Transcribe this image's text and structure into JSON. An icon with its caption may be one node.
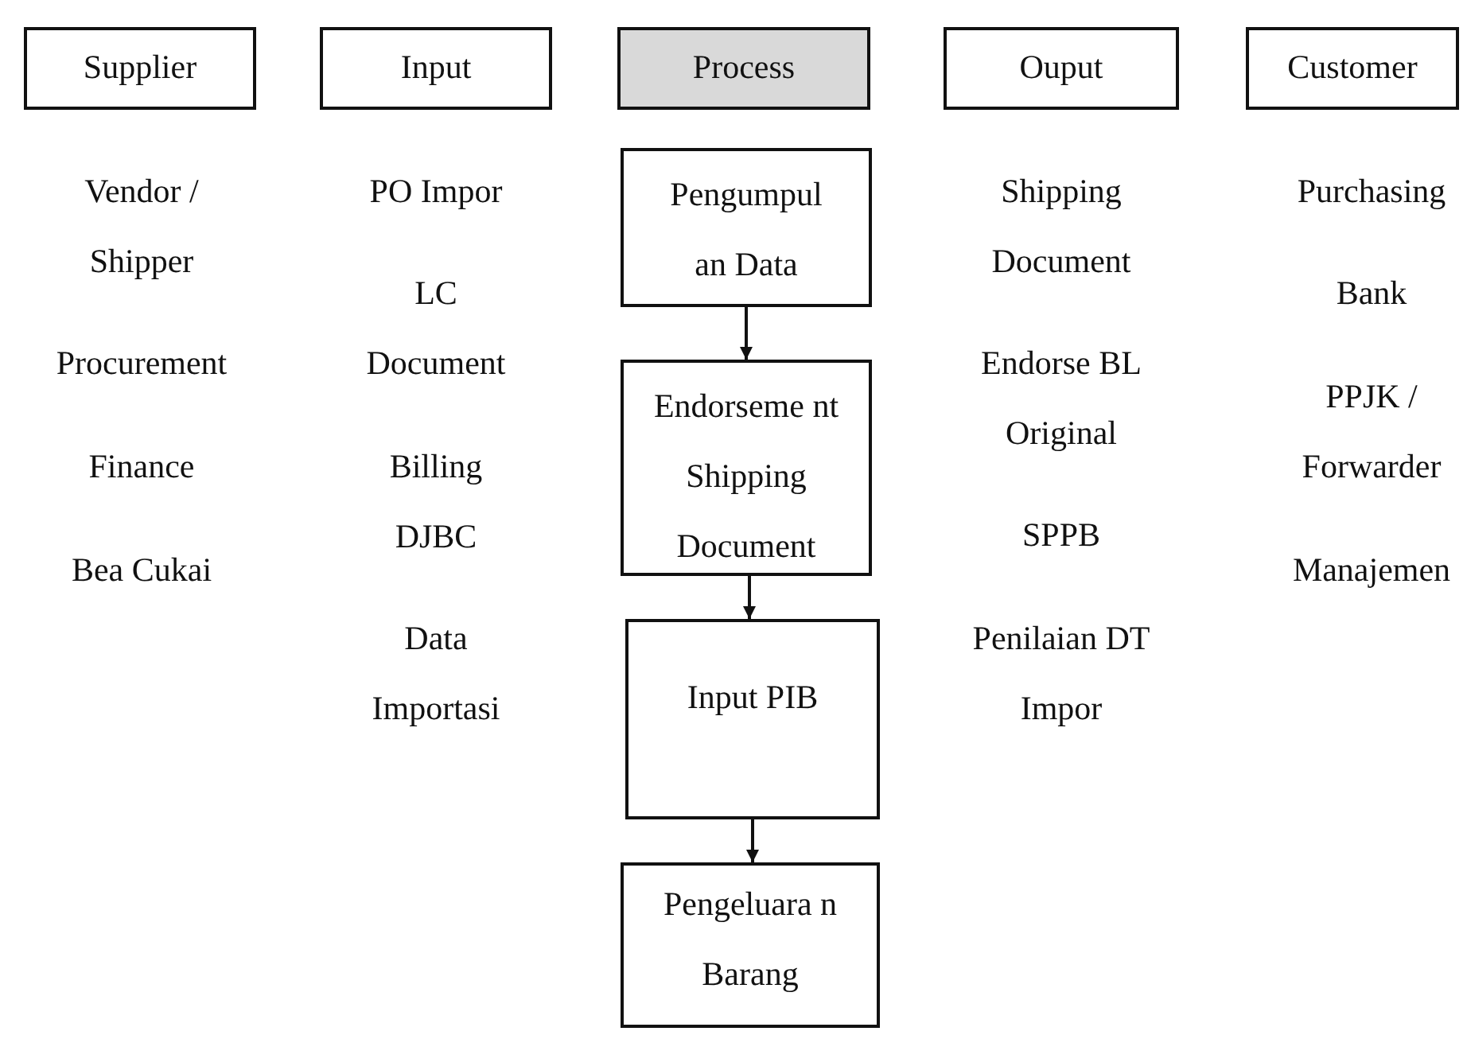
{
  "diagram": {
    "nodes": [
      {
        "text": [
          "Supplier"
        ]
      },
      {
        "text": [
          "Input"
        ]
      },
      {
        "text": [
          "Process"
        ]
      },
      {
        "text": [
          "Ouput"
        ]
      },
      {
        "text": [
          "Customer"
        ]
      },
      {
        "text": [
          "Pengumpul an Data"
        ]
      },
      {
        "text": [
          "Endorseme nt Shipping Document"
        ]
      },
      {
        "text": [
          "Input PIB"
        ]
      },
      {
        "text": [
          "Pengeluara n Barang"
        ]
      }
    ],
    "edges": [
      {
        "from": 5,
        "to": 6,
        "arrow": "to"
      },
      {
        "from": 6,
        "to": 7,
        "arrow": "to"
      },
      {
        "from": 7,
        "to": 8,
        "arrow": "to"
      }
    ],
    "labels": [
      "Vendor / Shipper",
      "Procurement",
      "Finance",
      "Bea Cukai",
      "PO Impor",
      "LC Document",
      "Billing DJBC",
      "Data Importasi",
      "Shipping Document",
      "Endorse BL Original",
      "SPPB",
      "Penilaian DT Impor",
      "Purchasing",
      "Bank",
      "PPJK / Forwarder",
      "Manajemen"
    ]
  }
}
